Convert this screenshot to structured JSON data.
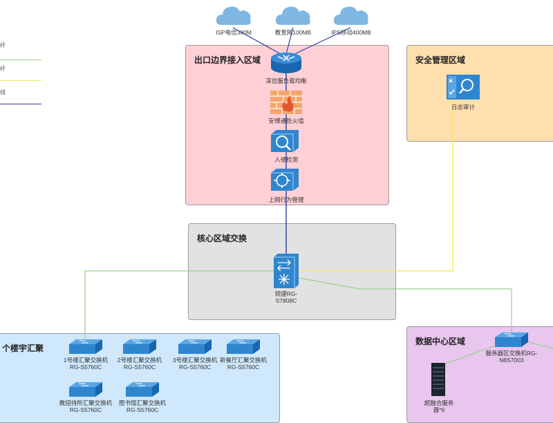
{
  "legend": {
    "items": [
      {
        "text": "纤",
        "color": "#9ccf8a"
      },
      {
        "text": "纤",
        "color": "#f2ec5a"
      },
      {
        "text": "线",
        "color": "#2d3d9c"
      }
    ]
  },
  "clouds": [
    {
      "label": "ISP电信300M"
    },
    {
      "label": "教育网100MB"
    },
    {
      "label": "IPS移动400MB"
    }
  ],
  "regions": {
    "egress": {
      "title": "出口边界接入区域",
      "color": "#ffd0d6"
    },
    "security": {
      "title": "安全管理区域",
      "color": "#ffdfae"
    },
    "core": {
      "title": "核心区域交换",
      "color": "#e2e2e2"
    },
    "buildings": {
      "title": "个楼宇汇聚",
      "color": "#cfe8fb"
    },
    "datacenter": {
      "title": "数据中心区域",
      "color": "#e8c6ee"
    }
  },
  "devices": {
    "load_balancer": "深信服负载均衡",
    "firewall": "安博通防火墙",
    "ids": "入侵检测",
    "behavior": "上网行为管理",
    "log_audit": "日志审计",
    "core_switch": [
      "锐捷RG-",
      "S7808C"
    ],
    "server_switch": [
      "服务器区交换机RG-",
      "N8S7003"
    ],
    "server": [
      "超融合服务",
      "器*6"
    ]
  },
  "aggregation_switches": [
    {
      "line1": "1号楼汇聚交换机",
      "line2": "RG-S5760C"
    },
    {
      "line1": "2号楼汇聚交换机",
      "line2": "RG-S5760C"
    },
    {
      "line1": "3号楼汇聚交换机",
      "line2": "RG-S5760C"
    },
    {
      "line1": "新餐厅汇聚交换机",
      "line2": "RG-S5760C"
    },
    {
      "line1": "教招待所汇聚交换机",
      "line2": "RG-S5760C"
    },
    {
      "line1": "图书馆汇聚交换机",
      "line2": "RG-S5760C"
    }
  ],
  "colors": {
    "fiber_green": "#9ccf8a",
    "fiber_yellow": "#f2ec5a",
    "cable_blue": "#2d3d9c",
    "device_blue": "#1d78c9",
    "cloud_blue": "#7fb6e2"
  }
}
